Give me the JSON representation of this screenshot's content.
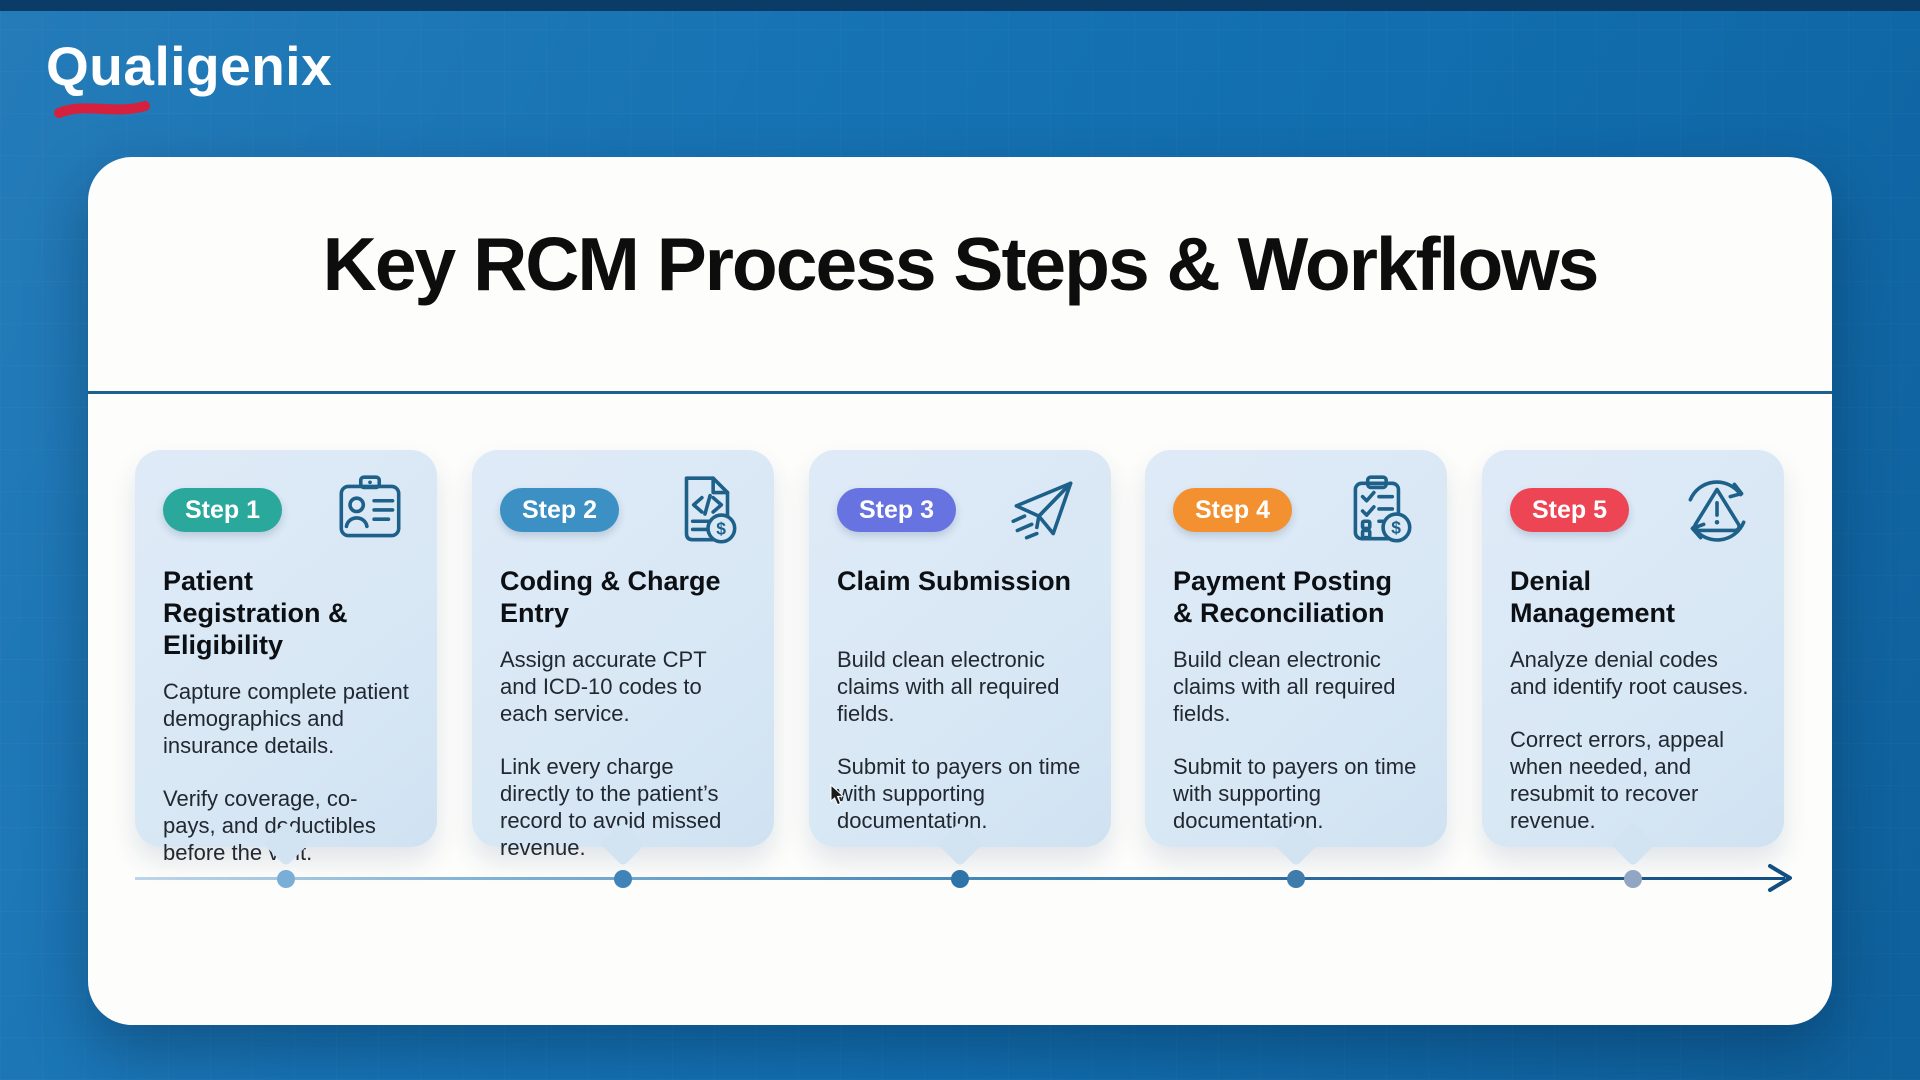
{
  "theme": {
    "background_blue": "#1270b2",
    "top_bar_navy": "#0b3c68",
    "panel_white": "#fdfdfb",
    "card_blue": "#d9e8f5",
    "icon_stroke": "#1d6089",
    "divider": "#1e618e",
    "timeline_dark": "#114e82",
    "logo_red": "#d5213e"
  },
  "brand": {
    "name": "Qualigenix"
  },
  "header": {
    "title": "Key RCM Process Steps & Workflows"
  },
  "steps": [
    {
      "badge": "Step 1",
      "badge_color": "#29a89b",
      "icon": "id-card-icon",
      "title": "Patient Registration & Eligibility",
      "paragraphs": [
        "Capture complete patient demographics and insurance details.",
        "Verify coverage, co-pays, and deductibles before the visit."
      ],
      "dot_color": "#79afd7"
    },
    {
      "badge": "Step 2",
      "badge_color": "#3d90c4",
      "icon": "code-document-icon",
      "title": "Coding & Charge Entry",
      "paragraphs": [
        "Assign accurate CPT and ICD-10 codes to each service.",
        "Link every charge directly to the patient’s record to avoid missed revenue."
      ],
      "dot_color": "#3f83b8"
    },
    {
      "badge": "Step 3",
      "badge_color": "#6673e0",
      "icon": "paper-plane-icon",
      "title": "Claim Submission",
      "paragraphs": [
        "Build clean electronic claims with all required fields.",
        "Submit to payers on time with supporting documentation."
      ],
      "dot_color": "#2e74a9"
    },
    {
      "badge": "Step 4",
      "badge_color": "#f39130",
      "icon": "checklist-coin-icon",
      "title": "Payment Posting & Reconciliation",
      "paragraphs": [
        "Build clean electronic claims with all required fields.",
        "Submit to payers on time with supporting documentation."
      ],
      "dot_color": "#3f7bab"
    },
    {
      "badge": "Step 5",
      "badge_color": "#ed4553",
      "icon": "denial-alert-icon",
      "title": "Denial Management",
      "paragraphs": [
        "Analyze denial codes and identify root causes.",
        "Correct errors, appeal when needed, and resubmit to recover revenue."
      ],
      "dot_color": "#90a6c2"
    }
  ]
}
